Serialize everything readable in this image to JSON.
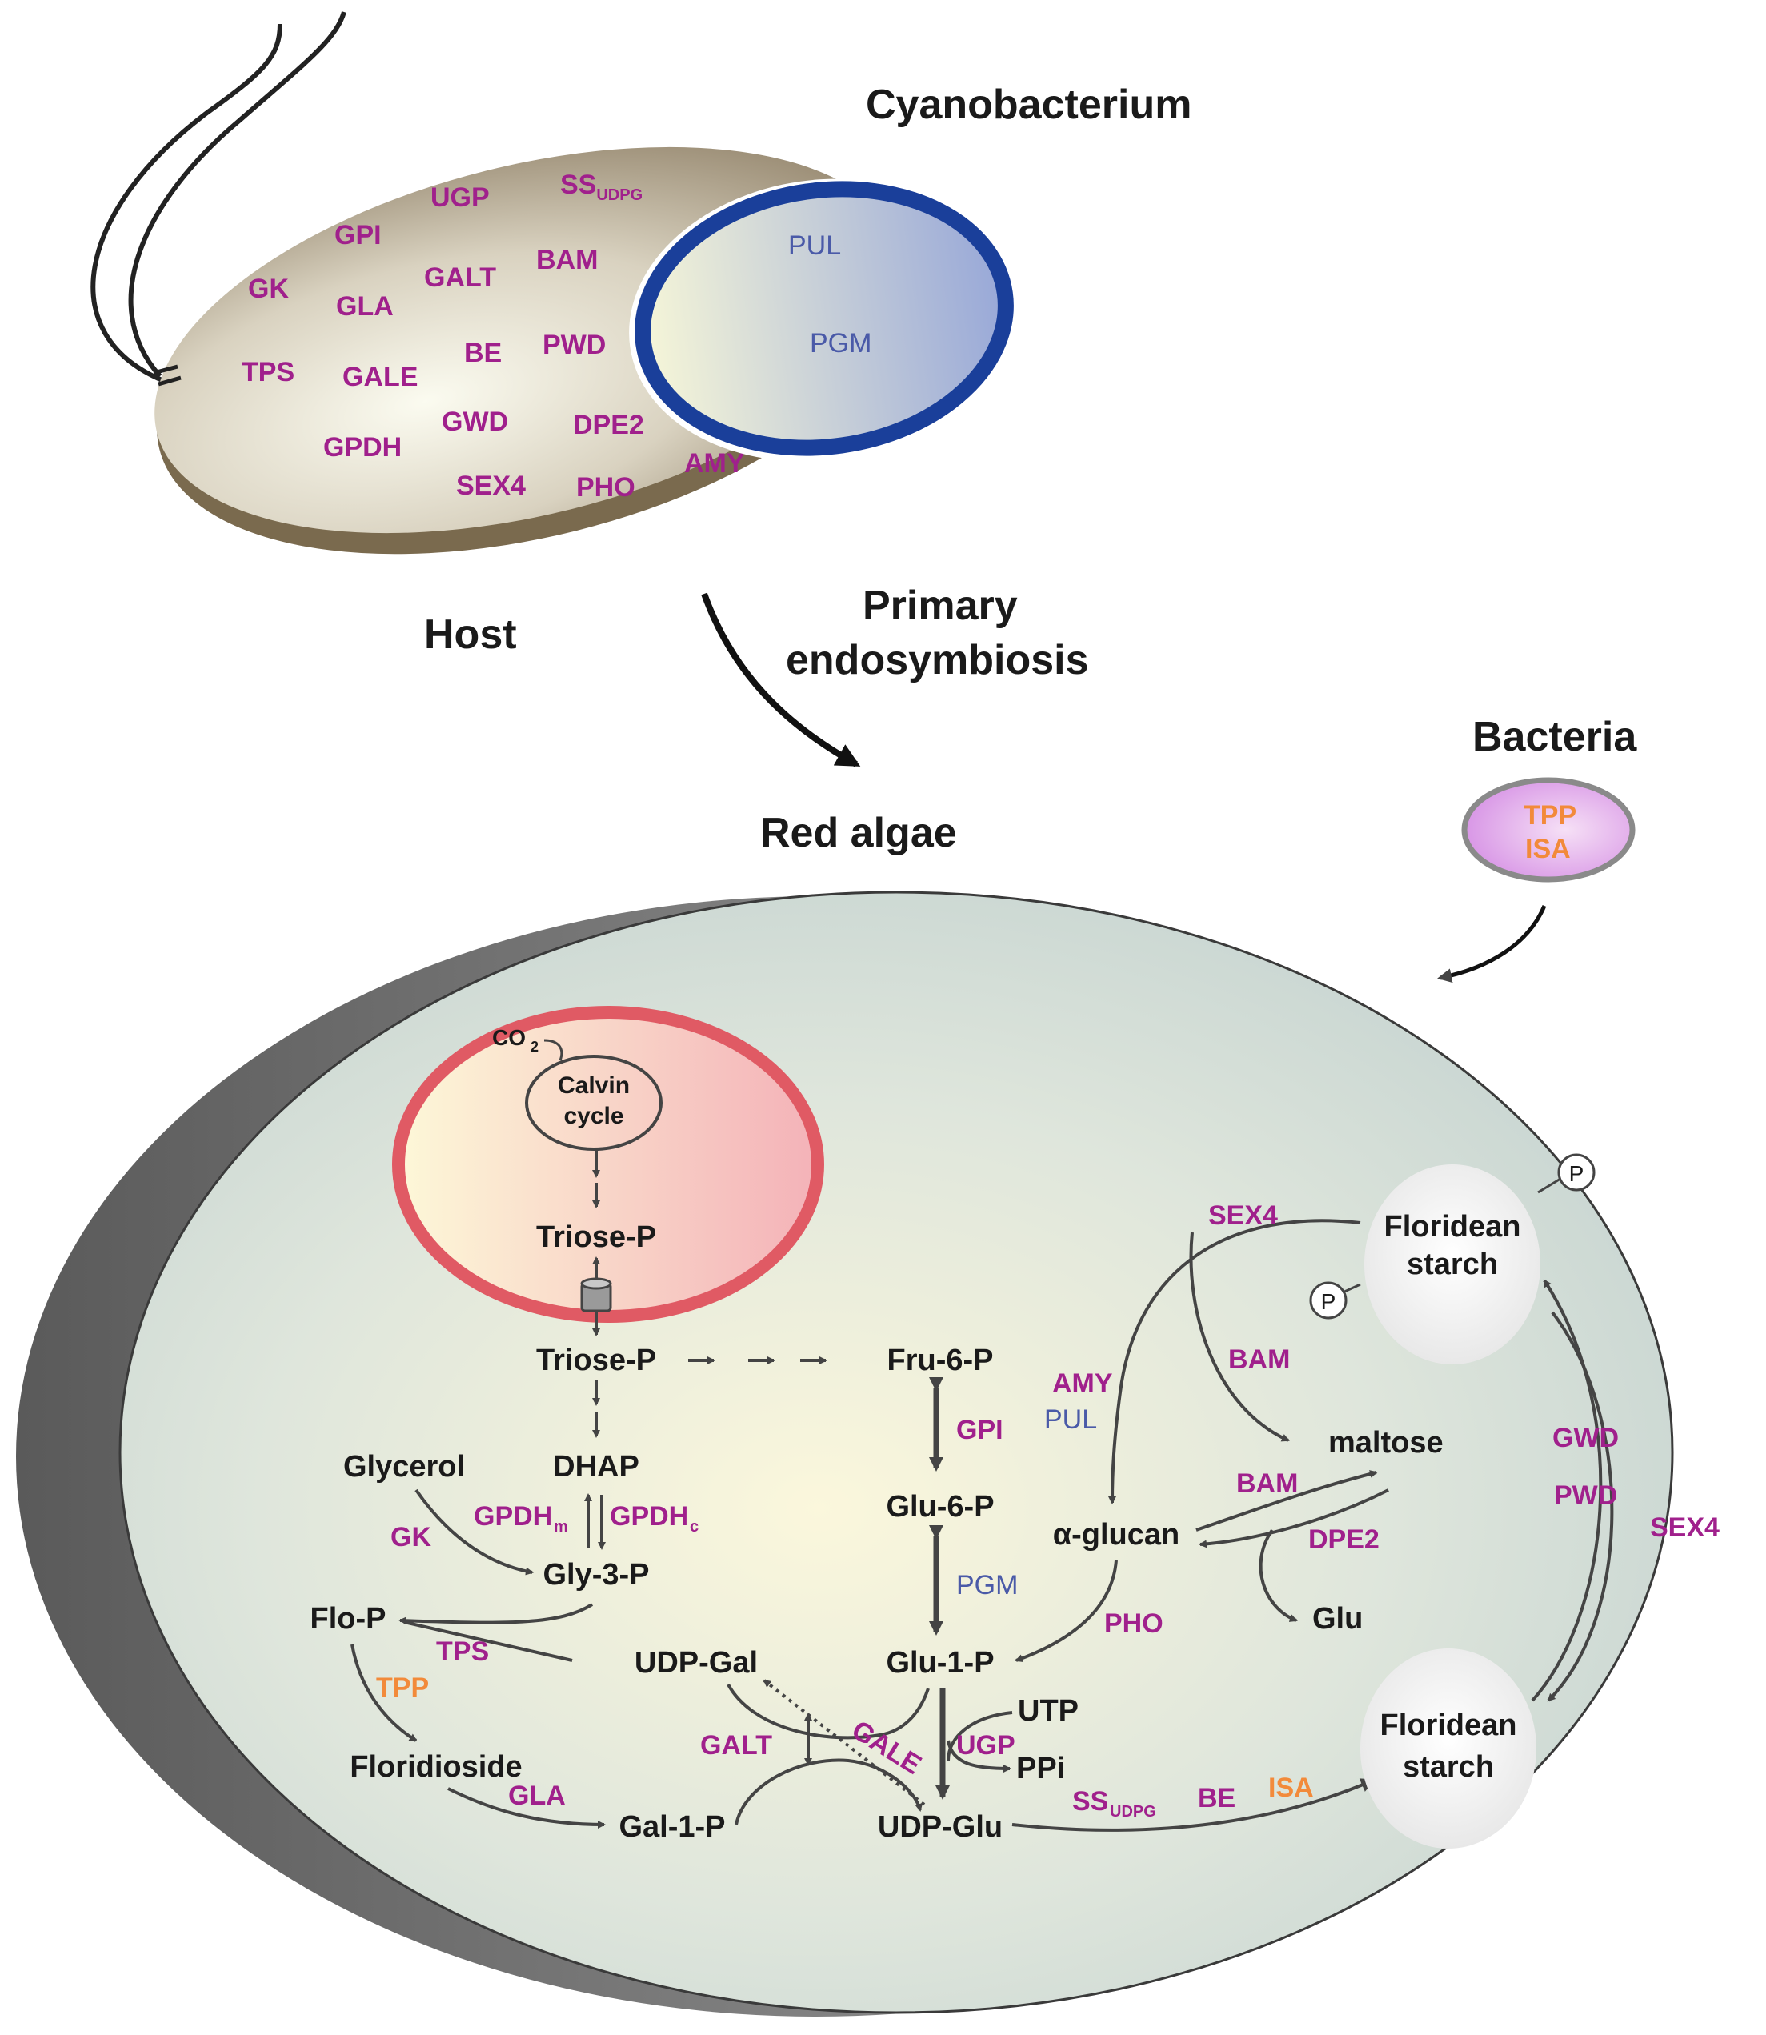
{
  "host_cell": {
    "label": "Host",
    "enzymes": [
      "GPI",
      "UGP",
      "SSUDPG",
      "GK",
      "GLA",
      "GALT",
      "BAM",
      "TPS",
      "GALE",
      "BE",
      "PWD",
      "GPDH",
      "GWD",
      "DPE2",
      "SEX4",
      "PHO",
      "AMY"
    ]
  },
  "cyanobacterium": {
    "label": "Cyanobacterium",
    "enzymes": [
      "PUL",
      "PGM"
    ]
  },
  "transition": {
    "line1": "Primary",
    "line2": "endosymbiosis"
  },
  "red_algae": {
    "label": "Red algae"
  },
  "bacteria": {
    "label": "Bacteria",
    "enzymes": [
      "TPP",
      "ISA"
    ]
  },
  "chloroplast": {
    "co2": "CO",
    "co2_sub": "2",
    "calvin_line1": "Calvin",
    "calvin_line2": "cycle",
    "triose_inner": "Triose-P"
  },
  "metabolites": {
    "triose_p": "Triose-P",
    "dhap": "DHAP",
    "glycerol": "Glycerol",
    "gly3p": "Gly-3-P",
    "flo_p": "Flo-P",
    "floridioside": "Floridioside",
    "gal1p": "Gal-1-P",
    "udp_gal": "UDP-Gal",
    "fru6p": "Fru-6-P",
    "glu6p": "Glu-6-P",
    "glu1p": "Glu-1-P",
    "udp_glu": "UDP-Glu",
    "utp": "UTP",
    "ppi": "PPi",
    "alpha_glucan": "α-glucan",
    "maltose": "maltose",
    "glu": "Glu",
    "floridean_top_1": "Floridean",
    "floridean_top_2": "starch",
    "floridean_bot_1": "Floridean",
    "floridean_bot_2": "starch",
    "phosphate": "P"
  },
  "pathway_enzymes": {
    "gk": "GK",
    "gpdh_m": "GPDH",
    "gpdh_m_sub": "m",
    "gpdh_c": "GPDH",
    "gpdh_c_sub": "c",
    "tps": "TPS",
    "tpp": "TPP",
    "gla": "GLA",
    "galt": "GALT",
    "gale": "GALE",
    "gpi": "GPI",
    "pgm": "PGM",
    "ugp": "UGP",
    "ss": "SS",
    "ss_sub": "UDPG",
    "be": "BE",
    "isa": "ISA",
    "amy": "AMY",
    "pul": "PUL",
    "pho": "PHO",
    "bam_top": "BAM",
    "bam_mid": "BAM",
    "dpe2": "DPE2",
    "sex4_top": "SEX4",
    "sex4_right": "SEX4",
    "gwd": "GWD",
    "pwd": "PWD"
  },
  "colors": {
    "enzyme_magenta": "#a0208c",
    "enzyme_blue": "#4a5aa8",
    "enzyme_orange": "#f28a3a",
    "cyano_ring": "#1a3f9a",
    "chloroplast_ring": "#e05a64"
  }
}
